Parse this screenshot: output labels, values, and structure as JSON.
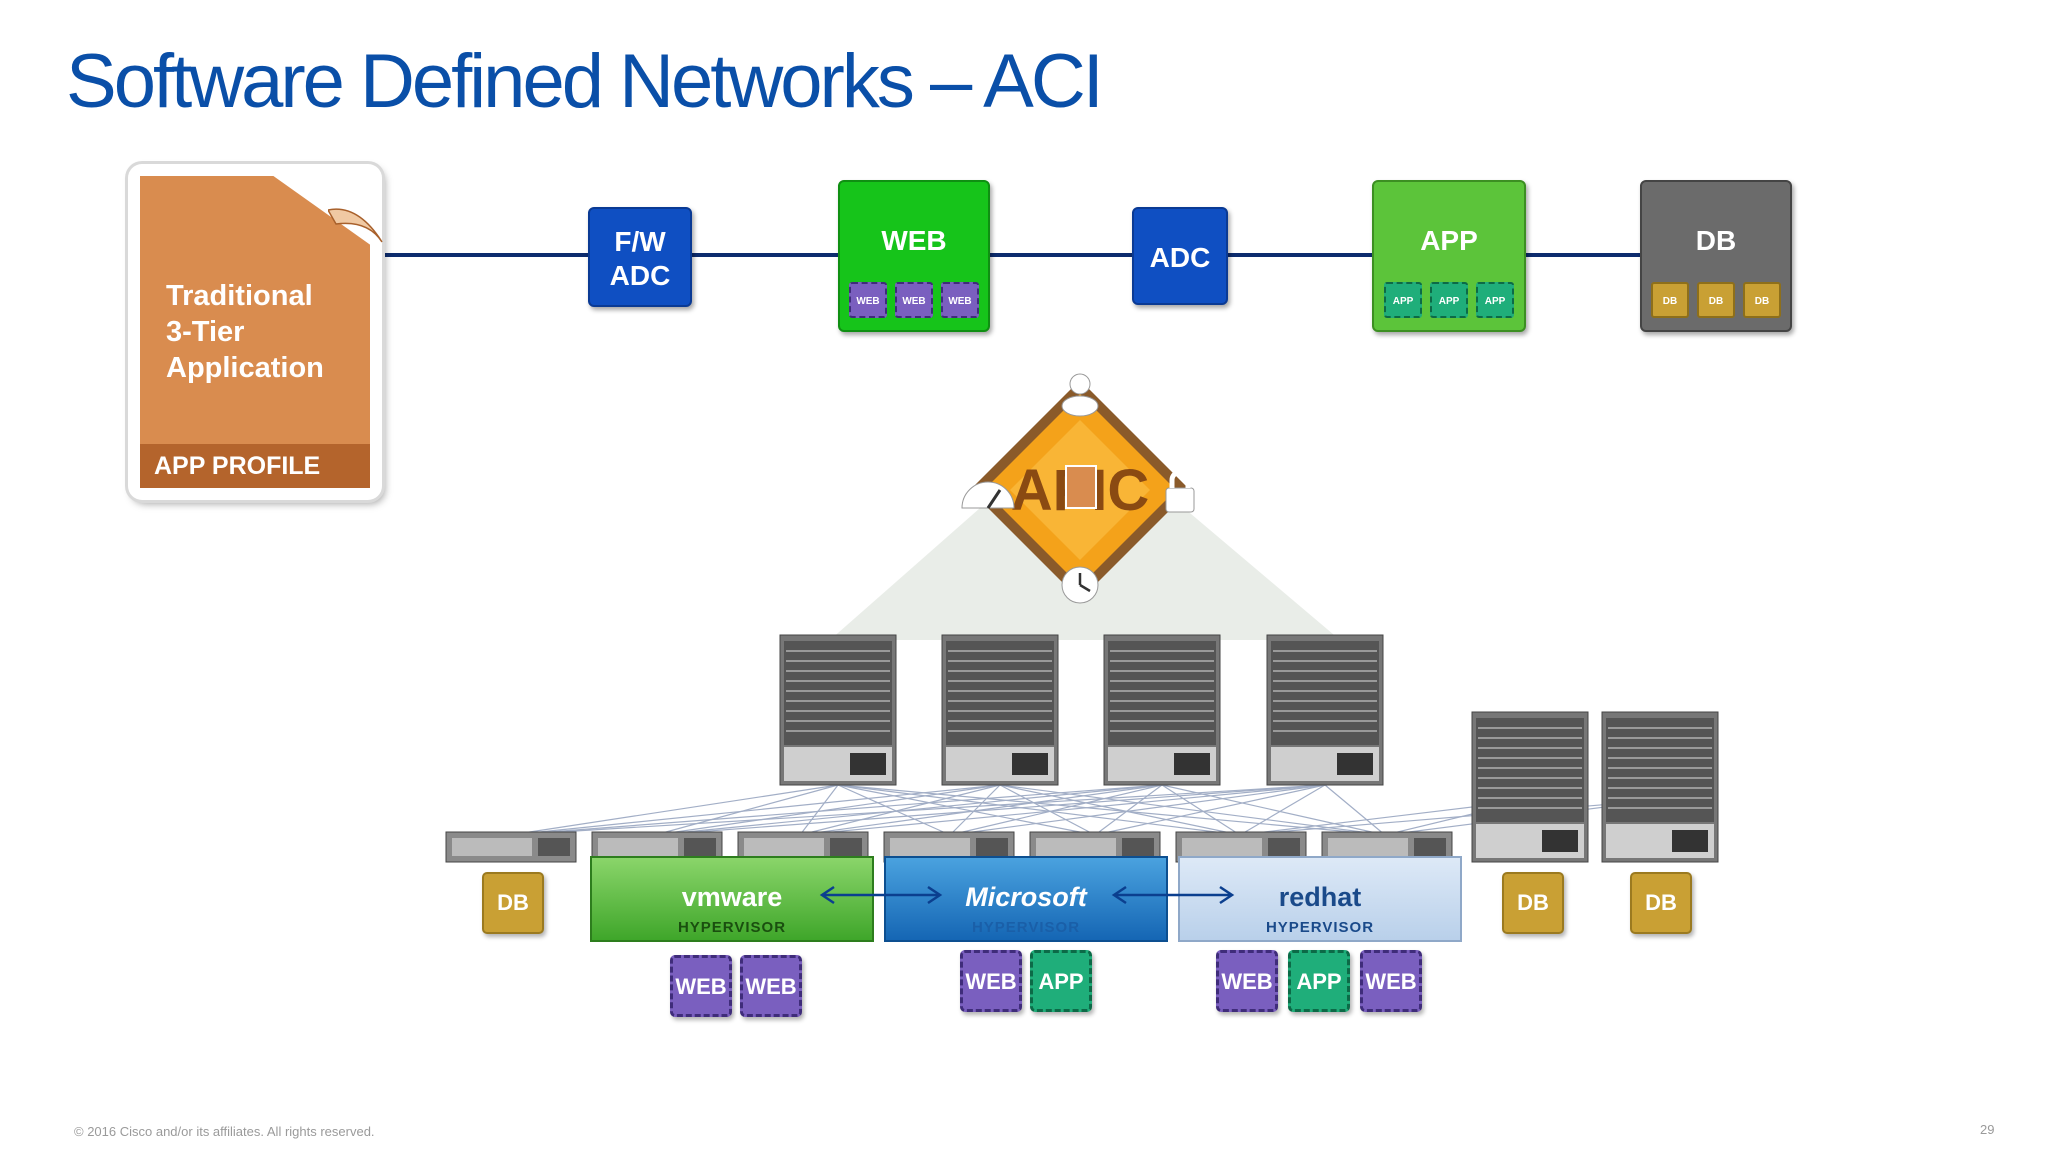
{
  "title": "Software Defined Networks – ACI",
  "app_profile": {
    "lines": [
      "Traditional",
      "3-Tier",
      "Application"
    ],
    "band": "APP PROFILE"
  },
  "tiers": {
    "fw": [
      "F/W",
      "ADC"
    ],
    "web": {
      "label": "WEB",
      "chips": [
        "WEB",
        "WEB",
        "WEB"
      ]
    },
    "adc": "ADC",
    "app": {
      "label": "APP",
      "chips": [
        "APP",
        "APP",
        "APP"
      ]
    },
    "db": {
      "label": "DB",
      "chips": [
        "DB",
        "DB",
        "DB"
      ]
    }
  },
  "apic": {
    "label": "APIC"
  },
  "hypervisors": {
    "vmware": {
      "brand": "vmware",
      "sub": "HYPERVISOR"
    },
    "microsoft": {
      "brand": "Microsoft",
      "sub": "HYPERVISOR"
    },
    "redhat": {
      "brand": "redhat",
      "sub": "HYPERVISOR"
    }
  },
  "workloads": {
    "vmware": [
      "WEB",
      "WEB"
    ],
    "microsoft": [
      "WEB",
      "APP"
    ],
    "redhat": [
      "WEB",
      "APP",
      "WEB"
    ]
  },
  "db_boxes": [
    "DB",
    "DB",
    "DB"
  ],
  "footer": "© 2016 Cisco and/or its affiliates. All rights reserved.",
  "page_number": "29",
  "colors": {
    "title": "#0a4fa8",
    "web_vm": "#7a5fbf",
    "app_vm": "#1fae7a",
    "db": "#c9a034",
    "apic": "#f4a21a"
  }
}
